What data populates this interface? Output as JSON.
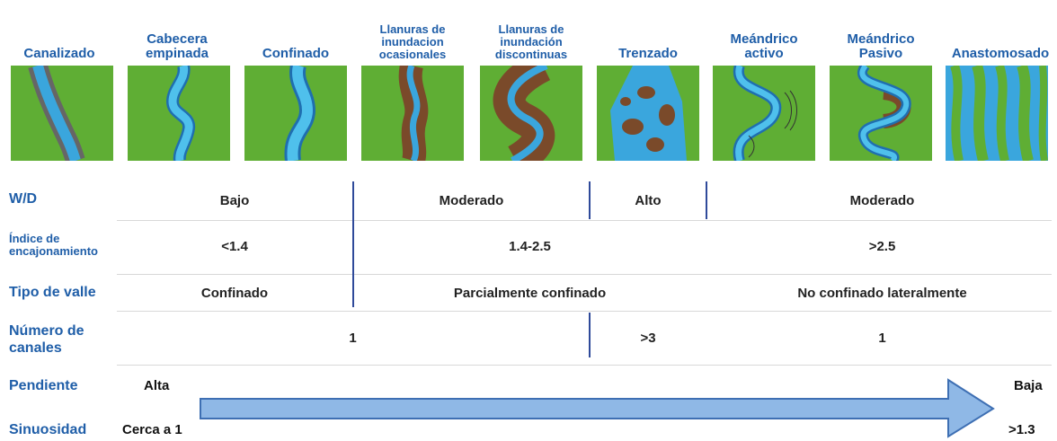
{
  "channels": [
    {
      "title": "Canalizado"
    },
    {
      "title": "Cabecera\nempinada"
    },
    {
      "title": "Confinado"
    },
    {
      "title": "Llanuras de\ninundacion\nocasionales"
    },
    {
      "title": "Llanuras de\ninundación\ndiscontinuas"
    },
    {
      "title": "Trenzado"
    },
    {
      "title": "Meándrico\nactivo"
    },
    {
      "title": "Meándrico\nPasivo"
    },
    {
      "title": "Anastomosado"
    }
  ],
  "rows": {
    "wd": {
      "label": "W/D",
      "cells": [
        "Bajo",
        "Moderado",
        "Alto",
        "Moderado"
      ]
    },
    "encajonamiento": {
      "label": "Índice de\nencajonamiento",
      "cells": [
        "<1.4",
        "1.4-2.5",
        ">2.5"
      ]
    },
    "valle": {
      "label": "Tipo de valle",
      "cells": [
        "Confinado",
        "Parcialmente confinado",
        "No confinado lateralmente"
      ]
    },
    "canales": {
      "label": "Número de\ncanales",
      "cells": [
        "1",
        ">3",
        "1"
      ]
    }
  },
  "pendiente": {
    "label": "Pendiente",
    "start": "Alta",
    "end": "Baja"
  },
  "sinuosidad": {
    "label": "Sinuosidad",
    "start": "Cerca a 1",
    "end": ">1.3"
  },
  "colors": {
    "accent": "#1f5ea8",
    "grass": "#5fae34",
    "water": "#3aa6dd",
    "sediment": "#7a4a2a",
    "arrow": "#8fb8e6"
  }
}
